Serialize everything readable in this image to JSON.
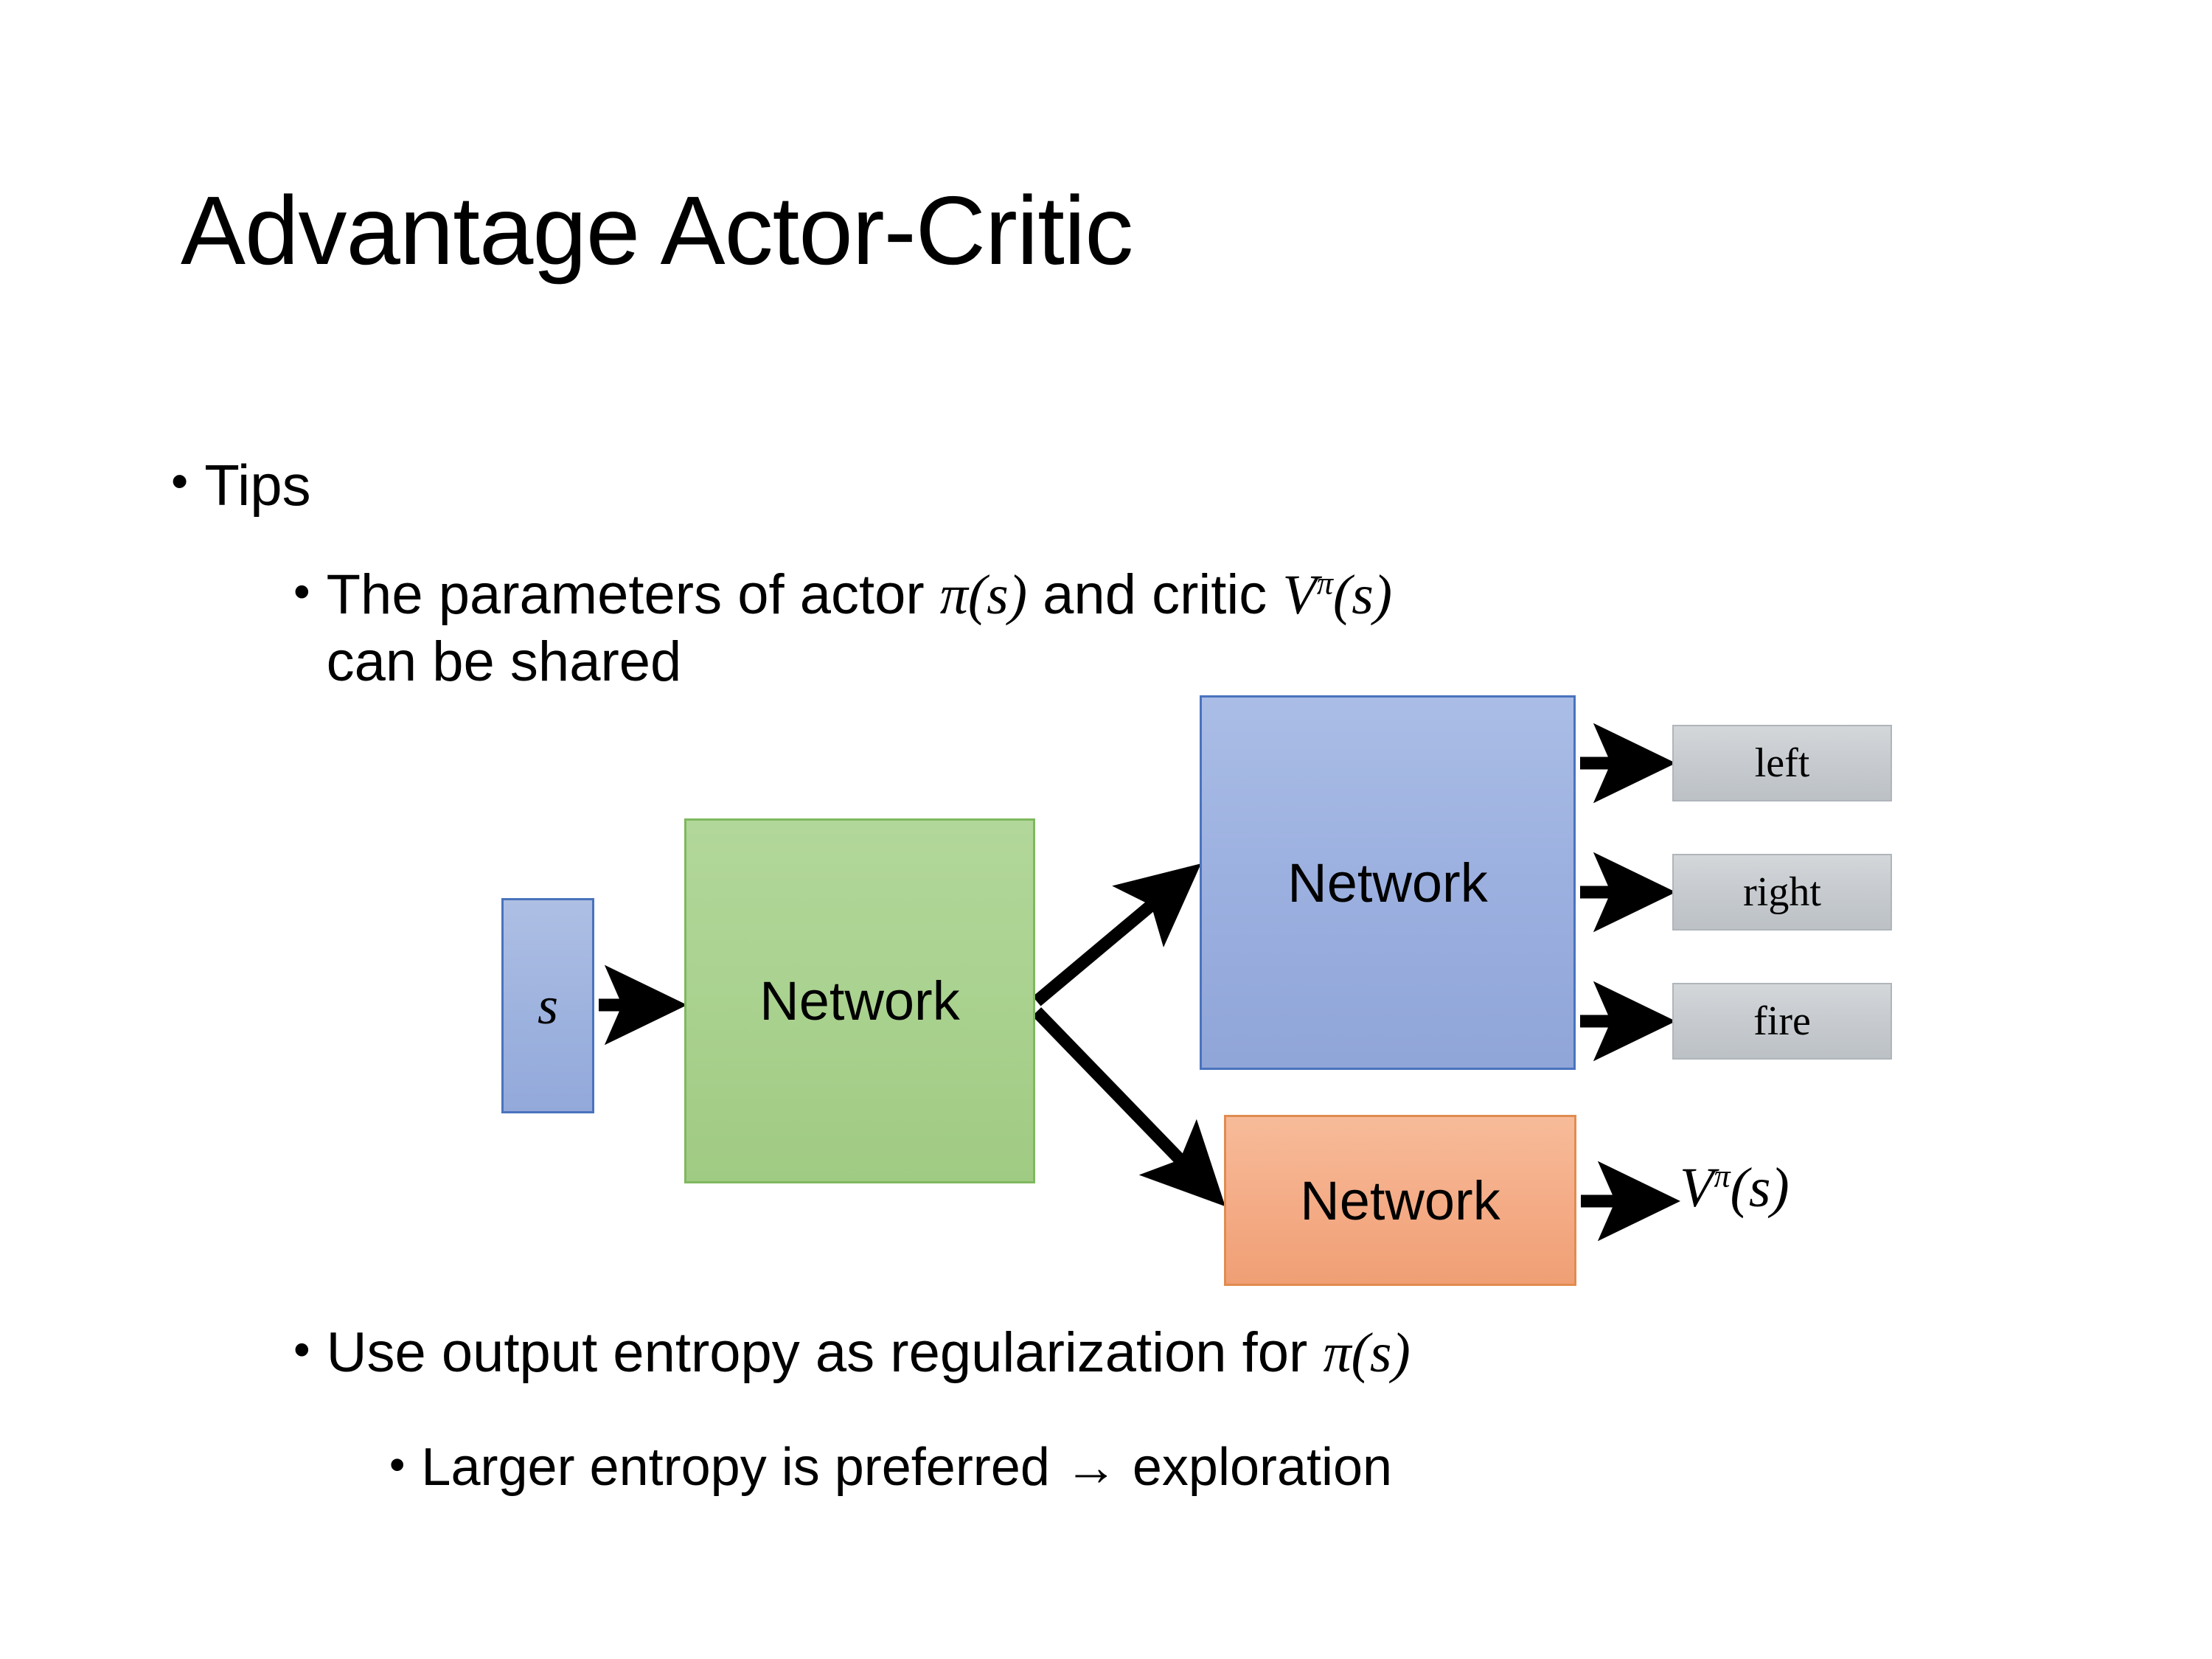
{
  "slide": {
    "title": "Advantage Actor-Critic",
    "background_color": "#ffffff"
  },
  "bullets": {
    "tips": {
      "marker": "•",
      "text": "Tips"
    },
    "parameters": {
      "marker": "•",
      "text_before_actor": "The parameters of actor ",
      "actor_symbol": "π(s)",
      "text_middle": " and critic ",
      "critic_symbol_base": "V",
      "critic_symbol_sup": "π",
      "critic_symbol_arg": "(s)",
      "text_line2": "can be shared",
      "full_text": "The parameters of actor π(s)  and critic Vπ(s) can be shared"
    },
    "entropy": {
      "marker": "•",
      "text_before": "Use output entropy as regularization for ",
      "symbol": "π(s)",
      "full_text": "Use output entropy as regularization for π(s)"
    },
    "larger": {
      "marker": "•",
      "text": "Larger entropy is preferred → exploration"
    }
  },
  "diagram": {
    "input_node": {
      "label": "s",
      "fill": "#9db2de",
      "border": "#4a73bd"
    },
    "shared_node": {
      "label": "Network",
      "fill": "#a9d18e",
      "border": "#7fb85f"
    },
    "actor_node": {
      "label": "Network",
      "fill": "#9cb0e0",
      "border": "#4a73bd"
    },
    "critic_node": {
      "label": "Network",
      "fill": "#f4ab85",
      "border": "#e08c50"
    },
    "actions": [
      {
        "label": "left",
        "fill": "#c8ccd0",
        "border": "#b0b5ba"
      },
      {
        "label": "right",
        "fill": "#c8ccd0",
        "border": "#b0b5ba"
      },
      {
        "label": "fire",
        "fill": "#c8ccd0",
        "border": "#b0b5ba"
      }
    ],
    "critic_output": {
      "base": "V",
      "superscript": "π",
      "argument": "(s)",
      "full": "Vπ(s)"
    },
    "arrow_color": "#000000"
  }
}
